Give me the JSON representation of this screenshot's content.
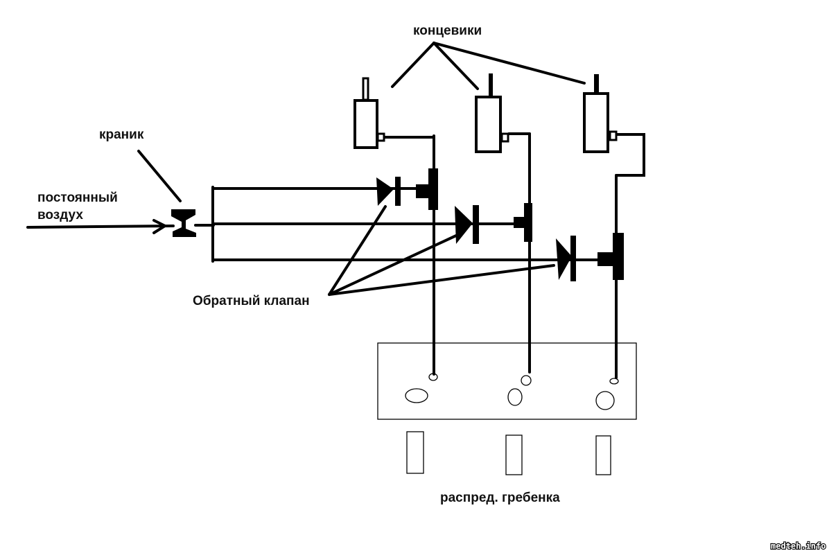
{
  "diagram": {
    "type": "pneumatic-schematic",
    "labels": {
      "limit_switches": "концевики",
      "tap": "краник",
      "supply_line1": "постоянный",
      "supply_line2": "воздух",
      "check_valve": "Обратный клапан",
      "manifold": "распред. гребенка"
    },
    "watermark": "medteh.info",
    "colors": {
      "ink": "#000000",
      "background": "#ffffff"
    },
    "branches": [
      {
        "id": 1,
        "components": [
          "check-valve",
          "valve-actuator",
          "limit-switch",
          "manifold-port"
        ]
      },
      {
        "id": 2,
        "components": [
          "check-valve",
          "valve-actuator",
          "limit-switch",
          "manifold-port"
        ]
      },
      {
        "id": 3,
        "components": [
          "check-valve",
          "valve-actuator",
          "limit-switch",
          "manifold-port"
        ]
      }
    ]
  }
}
